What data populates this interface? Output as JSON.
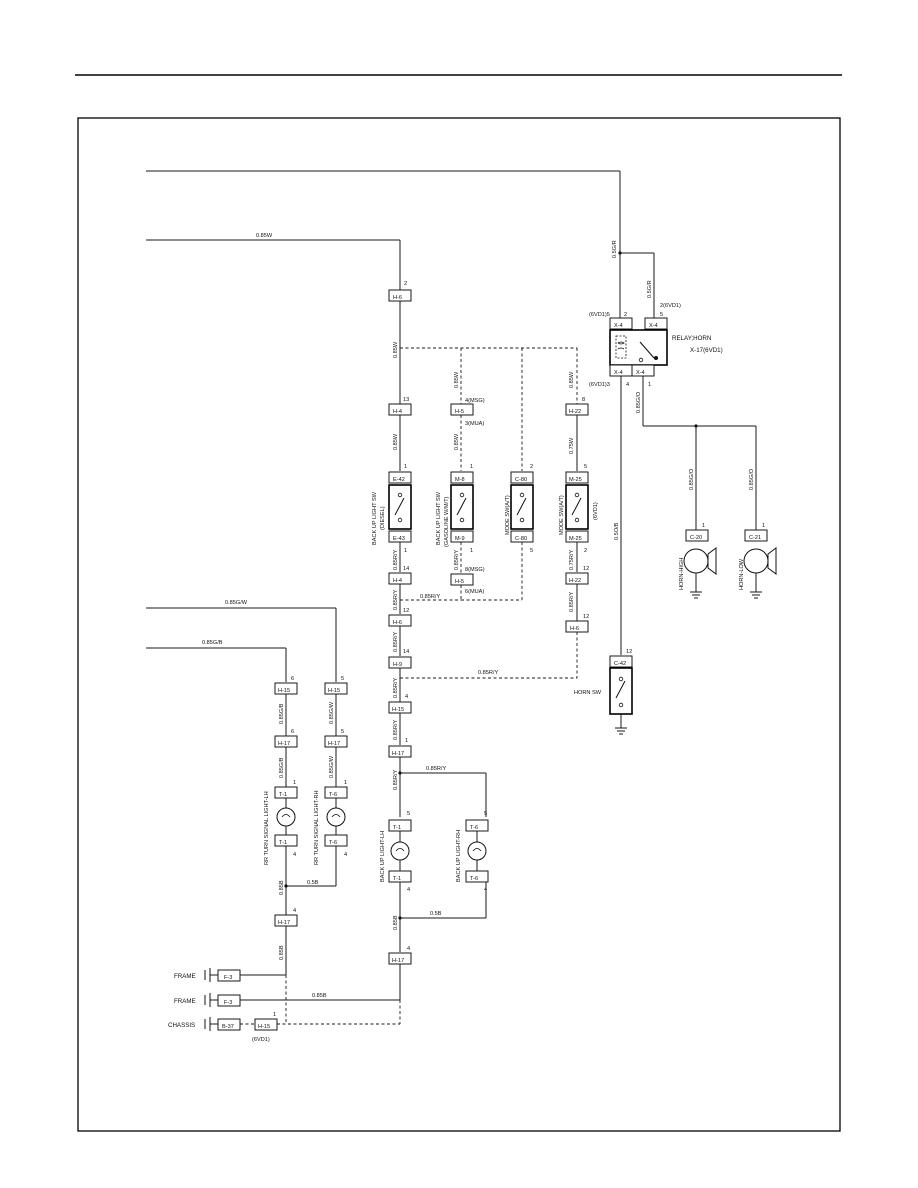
{
  "wires": {
    "w_085w": "0.85W",
    "w_05gr": "0.5G/R",
    "w_085g_o": "0.85G/O",
    "w_075w": "0.75W",
    "w_085ry": "0.85R/Y",
    "w_075ry": "0.75R/Y",
    "w_085r_y": "0.85R/Y",
    "w_085gw": "0.85G/W",
    "w_085gb": "0.85G/B",
    "w_085b": "0.85B",
    "w_05b": "0.5B",
    "w_05ob": "0.5O/B",
    "w_085b_main": "0.85B"
  },
  "connectors": {
    "h6": "H-6",
    "h4": "H-4",
    "h5": "H-5",
    "h9": "H-9",
    "h15": "H-15",
    "h17": "H-17",
    "h22": "H-22",
    "e42": "E-42",
    "e43": "E-43",
    "m8": "M-8",
    "m9": "M-9",
    "m25": "M-25",
    "c80": "C-80",
    "x4": "X-4",
    "c42": "C-42",
    "c20": "C-20",
    "c21": "C-21",
    "t1": "T-1",
    "t6": "T-6",
    "f3": "F-3",
    "b37": "B-37"
  },
  "pins": {
    "p1": "1",
    "p2": "2",
    "p3": "3",
    "p4": "4",
    "p5": "5",
    "p6": "6",
    "p8": "8",
    "p12": "12",
    "p13": "13",
    "p14": "14",
    "p4msg": "4(MSG)",
    "p3mua": "3(MUA)",
    "p8msg": "8(MSG)",
    "p6mua": "6(MUA)",
    "p6vd1_5": "(6VD1)5",
    "p6vd1_3": "(6VD1)3",
    "p2_6vd1": "2(6VD1)",
    "v6vd1": "(6VD1)"
  },
  "components": {
    "relay_horn": "RELAY;HORN",
    "relay_id": "X-17(6VD1)",
    "horn_high": "HORN-HIGH",
    "horn_low": "HORN-LOW",
    "horn_sw": "HORN SW",
    "bul_sw_diesel_1": "BACK UP LIGHT SW",
    "bul_sw_diesel_2": "(DIESEL)",
    "bul_sw_gas_1": "BACK UP LIGHT SW",
    "bul_sw_gas_2": "(GASOLINE W/M/T)",
    "mode_sw_at": "MODE SW(A/T)",
    "mode_sw_at2": "MODE SW(A/T)",
    "rr_turn_lh": "RR TURN SIGNAL LIGHT-LH",
    "rr_turn_rh": "RR TURN SIGNAL LIGHT-RH",
    "bul_lh": "BACK UP LIGHT-LH",
    "bul_rh": "BACK UP LIGHT-RH",
    "frame": "FRAME",
    "chassis": "CHASSIS"
  }
}
